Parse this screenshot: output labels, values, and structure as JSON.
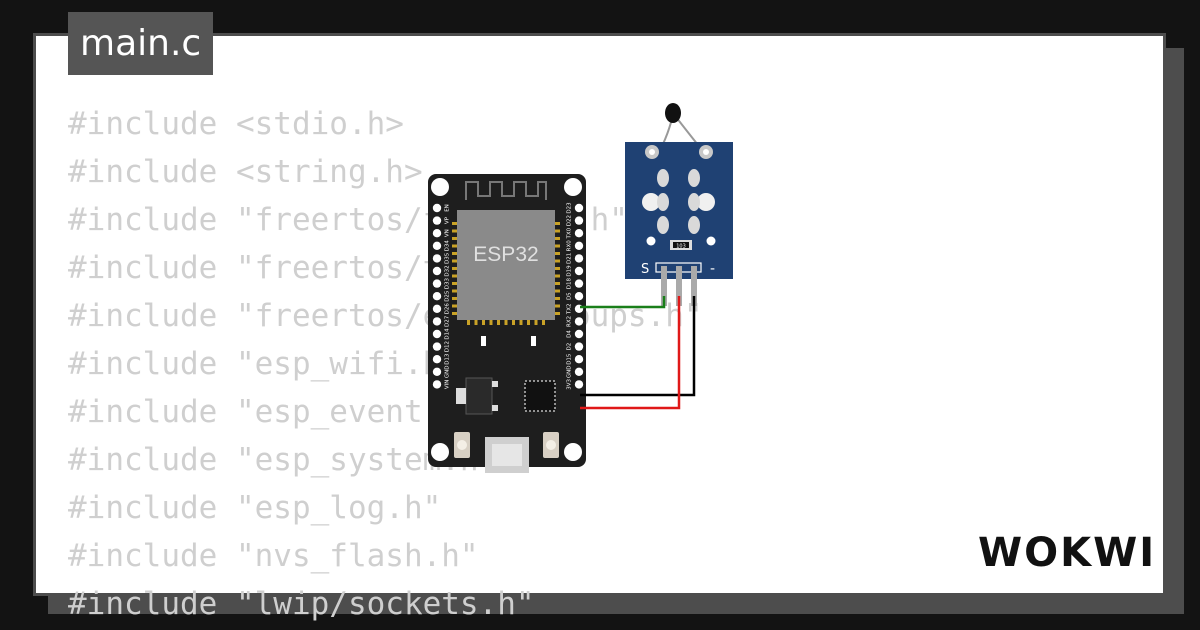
{
  "file_tab": {
    "label": "main.c"
  },
  "code_lines": [
    "#include <stdio.h>",
    "#include <string.h>",
    "#include \"freertos/freertos.h\"",
    "#include \"freertos/task.h\"",
    "#include \"freertos/event_groups.h\"",
    "#include \"esp_wifi.h\"",
    "#include \"esp_event.h\"",
    "#include \"esp_system.h\"",
    "#include \"esp_log.h\"",
    "#include \"nvs_flash.h\"",
    "#include \"lwip/sockets.h\""
  ],
  "board": {
    "label": "ESP32",
    "pins_right": [
      "EN",
      "VP",
      "VN",
      "D34",
      "D35",
      "D32",
      "D33",
      "D25",
      "D26",
      "D27",
      "D14",
      "D12",
      "D13",
      "GND",
      "VIN"
    ],
    "pins_left": [
      "D23",
      "D22",
      "TX0",
      "RX0",
      "D21",
      "D19",
      "D18",
      "D5",
      "TX2",
      "RX2",
      "D4",
      "D2",
      "D15",
      "GND",
      "3V3"
    ]
  },
  "sensor": {
    "resistor_label": "103",
    "signal_label": "S",
    "ground_label": "-"
  },
  "wire_colors": {
    "signal": "#1a7f1a",
    "ground": "#000000",
    "power": "#e01818"
  },
  "logo": {
    "text": "WOKWI"
  }
}
